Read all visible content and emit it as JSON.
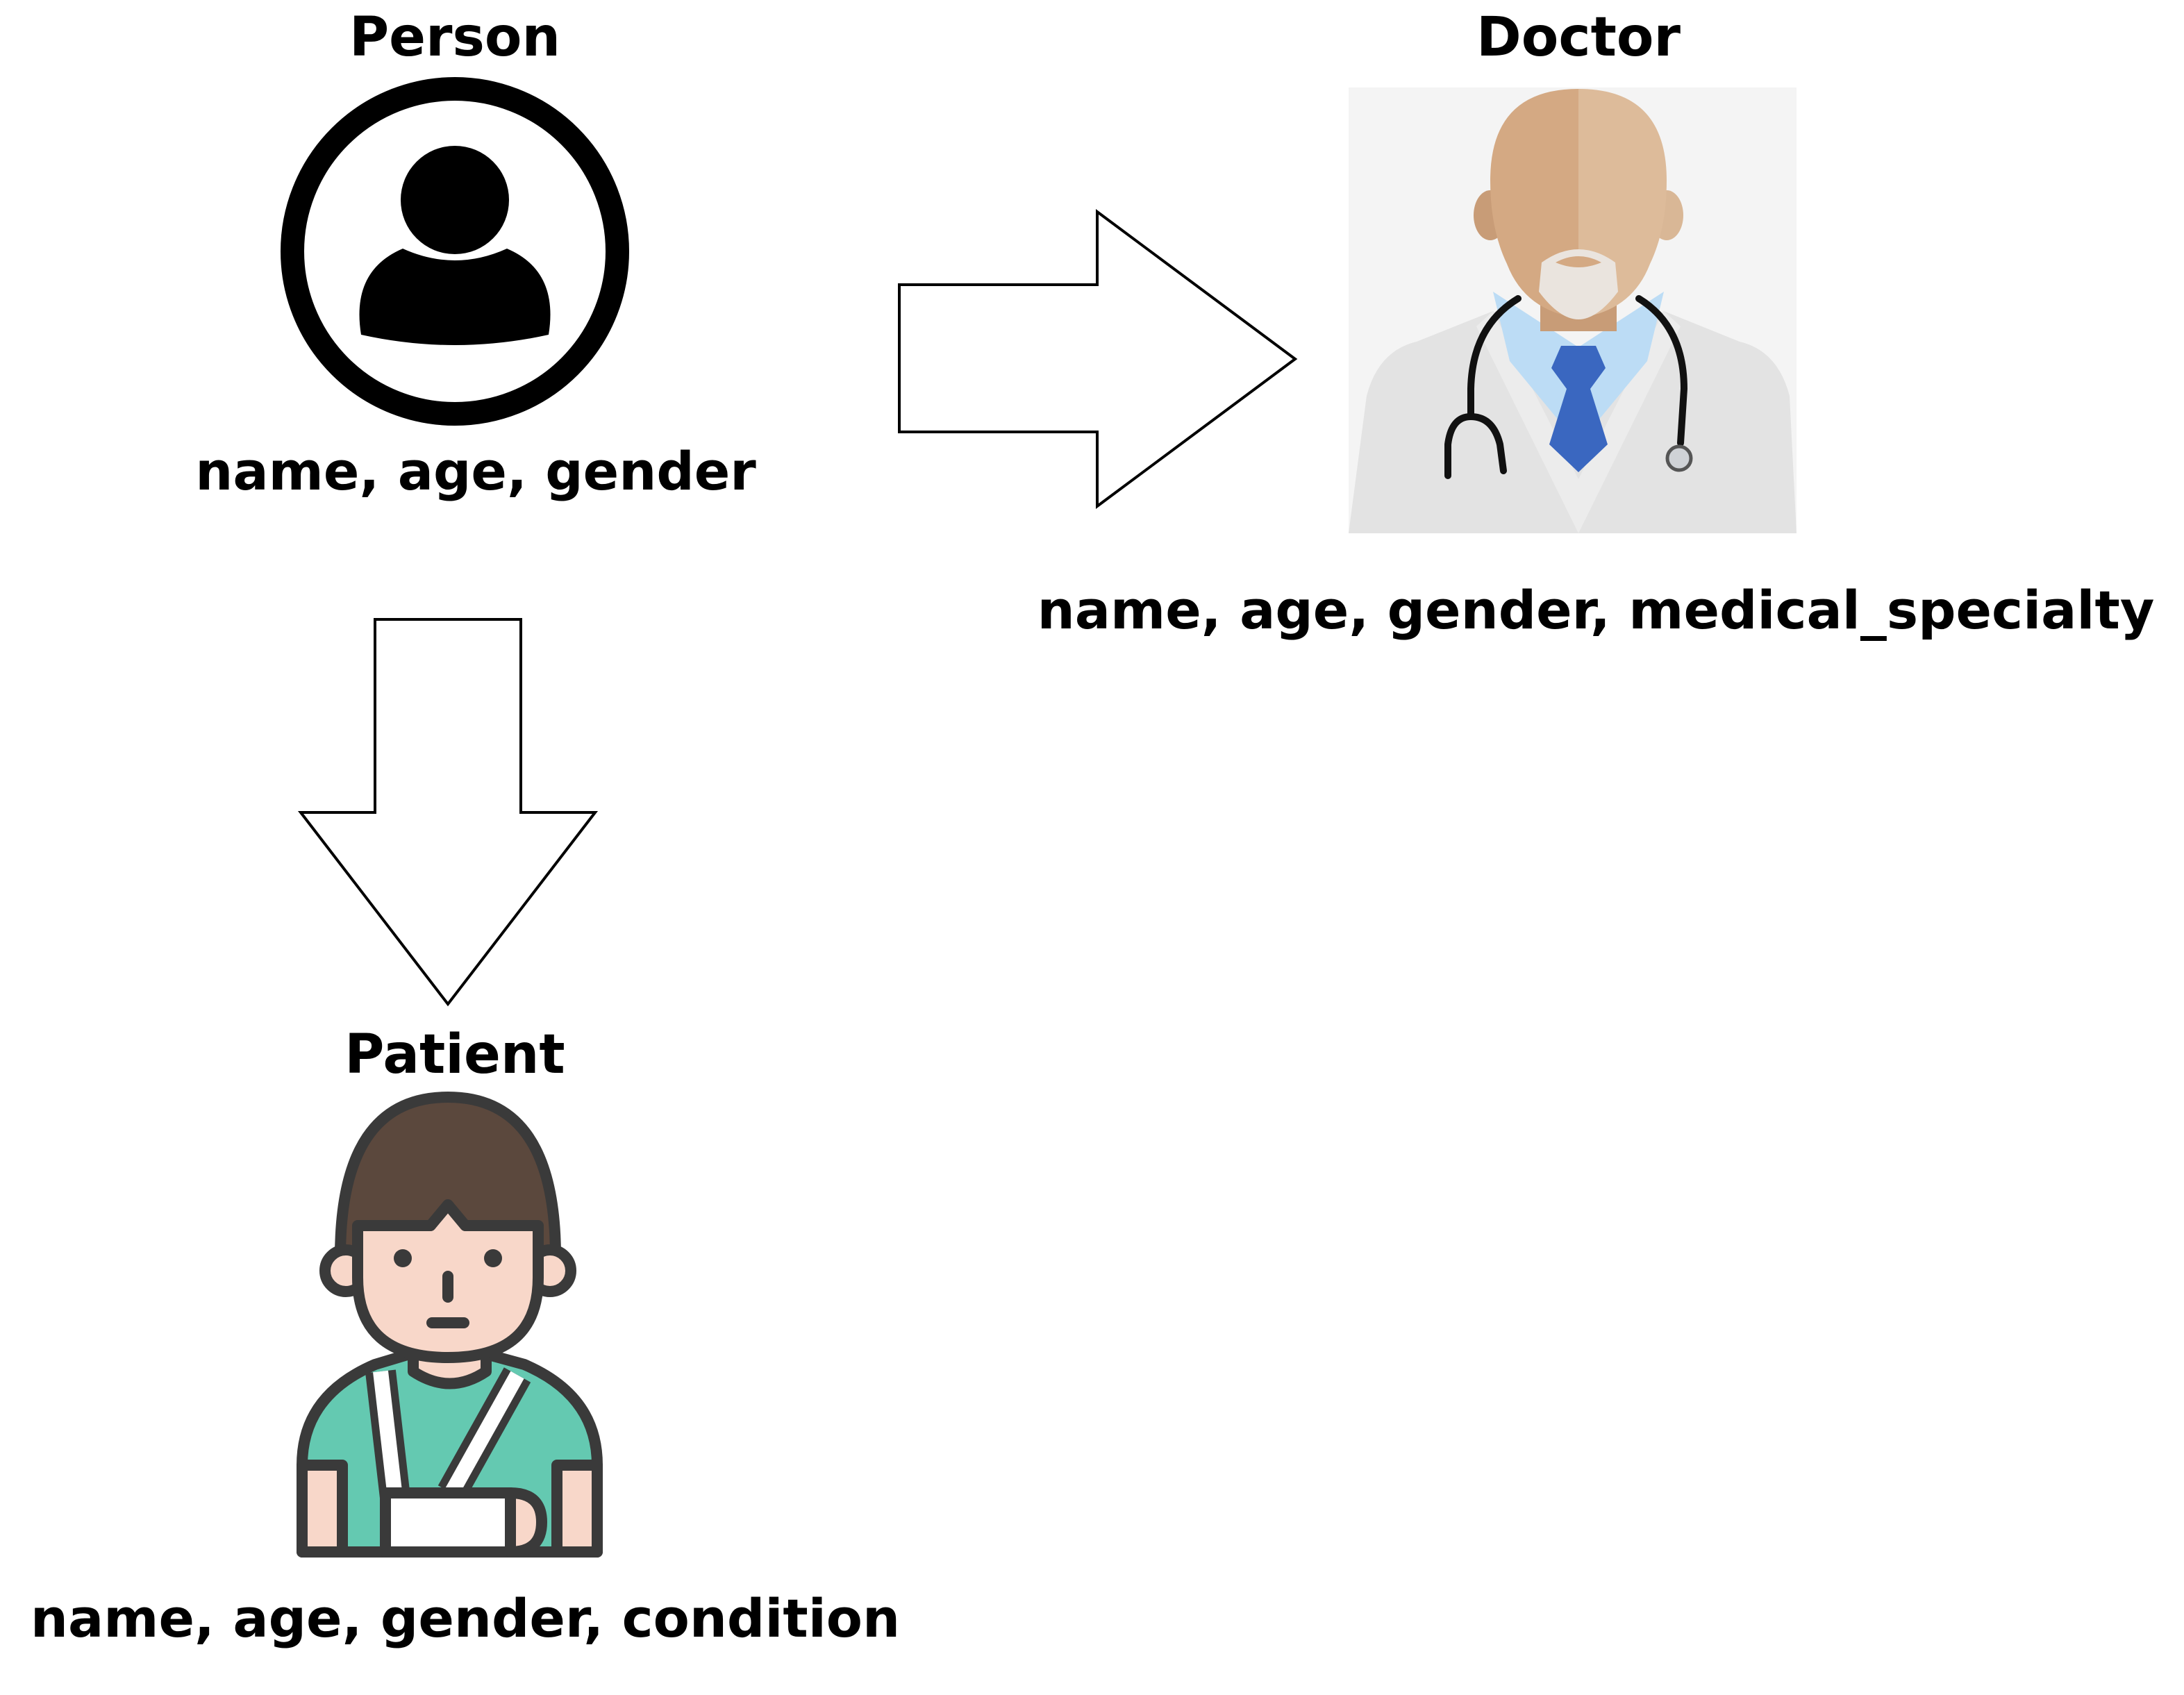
{
  "nodes": {
    "person": {
      "title": "Person",
      "attributes": "name, age, gender",
      "icon": "person-circle-icon"
    },
    "doctor": {
      "title": "Doctor",
      "attributes": "name, age, gender, medical_specialty",
      "icon": "doctor-icon"
    },
    "patient": {
      "title": "Patient",
      "attributes": "name, age, gender, condition",
      "icon": "patient-icon"
    }
  },
  "edges": [
    {
      "from": "person",
      "to": "doctor",
      "shape": "block-arrow-right"
    },
    {
      "from": "person",
      "to": "patient",
      "shape": "block-arrow-down"
    }
  ],
  "colors": {
    "text": "#000000",
    "arrow_fill": "#ffffff",
    "arrow_stroke": "#000000",
    "doctor_skin": "#d4a983",
    "doctor_shirt": "#bcdcf5",
    "doctor_tie": "#3a67c0",
    "patient_hair": "#5b483d",
    "patient_skin": "#f8d7c9",
    "patient_shirt": "#64c9b1",
    "outline": "#3a3a3a"
  }
}
